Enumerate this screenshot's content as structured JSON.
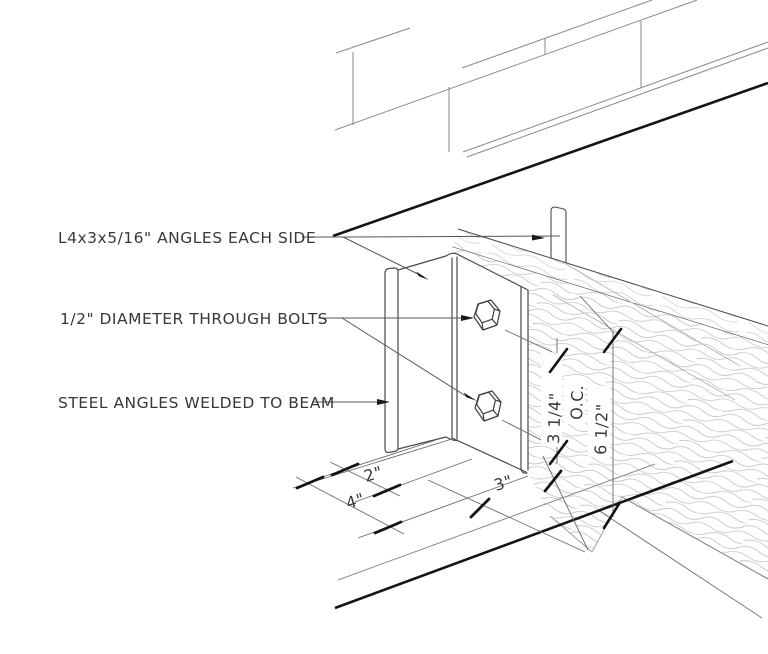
{
  "drawing": {
    "type": "structural-connection-detail",
    "labels": {
      "angles_each_side": "L4x3x5/16\" ANGLES EACH SIDE",
      "through_bolts": "1/2\" DIAMETER THROUGH BOLTS",
      "welded_to_beam": "STEEL ANGLES WELDED TO BEAM"
    },
    "dimensions": {
      "edge_2": "2\"",
      "edge_4": "4\"",
      "gauge_3": "3\"",
      "bolt_spacing": "3 1/4\"",
      "on_center": "O.C.",
      "beam_depth": "6 1/2\""
    },
    "colors": {
      "ink": "#383838",
      "line": "#4a4a4a",
      "thin_line": "#8a8a8a",
      "thick_edge": "#141414",
      "grain": "#bdbdbd",
      "background": "#ffffff"
    }
  }
}
